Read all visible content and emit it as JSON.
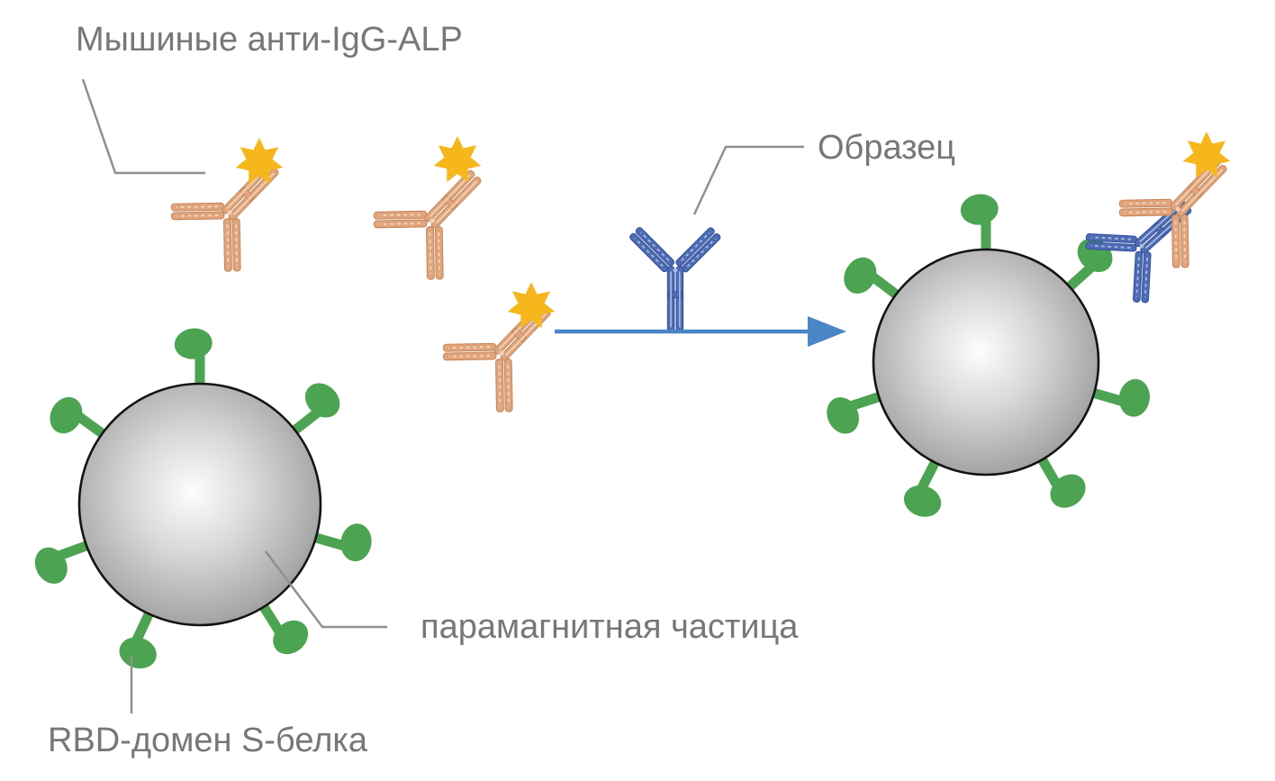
{
  "labels": {
    "reagent": "Мышиные анти-IgG-ALP",
    "sample": "Образец",
    "particle": "парамагнитная частица",
    "rbd": "RBD-домен S-белка"
  },
  "colors": {
    "background": "#ffffff",
    "text": "#777777",
    "leader": "#909090",
    "green": "#4ca351",
    "star": "#f6b71d",
    "orange": "#e0a57d",
    "orange_stroke": "#c7875a",
    "orange_stripe": "#f3d3b6",
    "blue": "#4d6cb4",
    "blue_stroke": "#32509c",
    "blue_stripe": "#a9b8dd",
    "arrow": "#4a86c7",
    "sphere_light": "#fdfdfd",
    "sphere_mid": "#d9d9d9",
    "sphere_dark": "#939393",
    "sphere_outline": "#141414"
  }
}
